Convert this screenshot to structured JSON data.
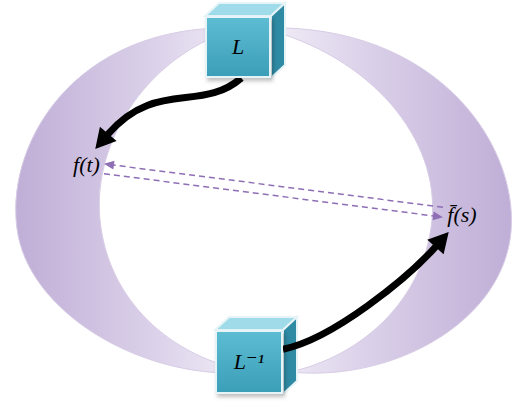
{
  "diagram": {
    "nodes": [
      {
        "text": [
          "L"
        ]
      },
      {
        "text": [
          "f(t)"
        ]
      },
      {
        "text": [
          "f̄(s)"
        ]
      },
      {
        "text": [
          "L⁻¹"
        ]
      }
    ],
    "edges": [
      {
        "from": 0,
        "to": 1,
        "arrow": "to"
      },
      {
        "from": 3,
        "to": 2,
        "arrow": "to"
      },
      {
        "from": 2,
        "to": 1,
        "arrow": "to"
      },
      {
        "from": 1,
        "to": 2,
        "arrow": "to"
      }
    ]
  }
}
